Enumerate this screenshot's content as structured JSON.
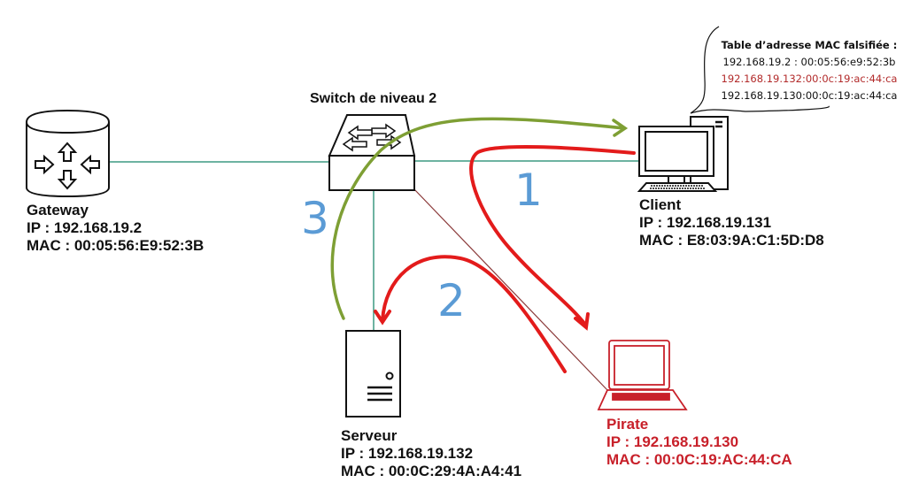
{
  "diagram_title": "Switch de niveau 2",
  "mac_table": {
    "title": "Table d’adresse MAC falsifiée :",
    "rows": [
      {
        "text": "192.168.19.2 : 00:05:56:e9:52:3b",
        "highlight": false
      },
      {
        "text": "192.168.19.132:00:0c:19:ac:44:ca",
        "highlight": true
      },
      {
        "text": "192.168.19.130:00:0c:19:ac:44:ca",
        "highlight": false
      }
    ]
  },
  "nodes": {
    "gateway": {
      "name": "Gateway",
      "ip": "IP : 192.168.19.2",
      "mac": "MAC : 00:05:56:E9:52:3B",
      "icon": "router-icon"
    },
    "switch": {
      "name": "Switch de niveau 2",
      "icon": "switch-icon"
    },
    "client": {
      "name": "Client",
      "ip": "IP : 192.168.19.131",
      "mac": "MAC : E8:03:9A:C1:5D:D8",
      "icon": "desktop-computer-icon"
    },
    "serveur": {
      "name": "Serveur",
      "ip": "IP : 192.168.19.132",
      "mac": "MAC : 00:0C:29:4A:A4:41",
      "icon": "server-icon"
    },
    "pirate": {
      "name": "Pirate",
      "ip": "IP : 192.168.19.130",
      "mac": "MAC : 00:0C:19:AC:44:CA",
      "icon": "laptop-icon"
    }
  },
  "steps": [
    {
      "label": "1",
      "description": "Client → Pirate"
    },
    {
      "label": "2",
      "description": "Pirate → Serveur"
    },
    {
      "label": "3",
      "description": "Serveur → Client"
    }
  ],
  "colors": {
    "link": "#3d9a82",
    "attack_arrow": "#e31b1b",
    "return_arrow": "#7e9f34",
    "step_number": "#5b9bd5",
    "pirate": "#c8202a",
    "pirate_link": "#8b3a3a"
  }
}
